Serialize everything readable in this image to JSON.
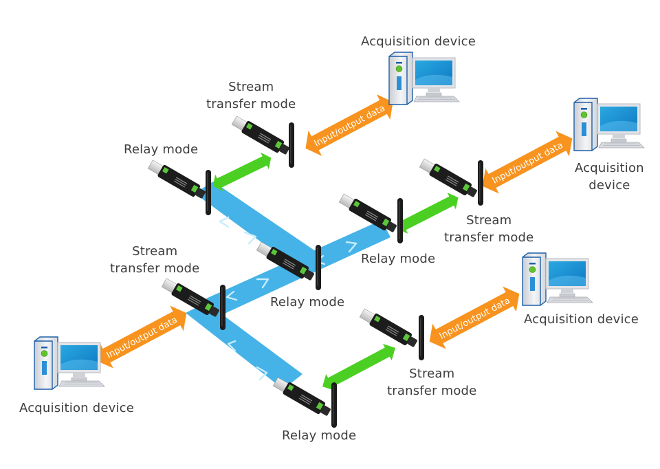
{
  "colors": {
    "background": "#ffffff",
    "relay_link": "#45b3e7",
    "relay_chevron": "#bfe6f8",
    "wireless_link": "#4ccf23",
    "io_link": "#f7931e",
    "label_text": "#3d3d3d",
    "dongle_body": "#1e1e1e",
    "dongle_accent": "#5cc63a",
    "usb_plug": "#e8e8e8"
  },
  "labels": {
    "acq_top": "Acquisition device",
    "stream_top": [
      "Stream",
      "transfer mode"
    ],
    "relay_top_left": "Relay mode",
    "acq_right": [
      "Acquisition",
      "device"
    ],
    "stream_right": [
      "Stream",
      "transfer mode"
    ],
    "relay_right": "Relay mode",
    "stream_left": [
      "Stream",
      "transfer mode"
    ],
    "relay_center": "Relay mode",
    "acq_bottom_right": "Acquisition device",
    "stream_bottom": [
      "Stream",
      "transfer mode"
    ],
    "acq_left": "Acquisition device",
    "relay_bottom": "Relay mode"
  },
  "arrows": {
    "io_text": "Input/output data"
  },
  "nodes": [
    {
      "id": "acq-top",
      "type": "acquisition-device",
      "label": "Acquisition device"
    },
    {
      "id": "stream-top",
      "type": "lora-dongle",
      "mode": "Stream transfer mode"
    },
    {
      "id": "relay-top-left",
      "type": "lora-dongle",
      "mode": "Relay mode"
    },
    {
      "id": "acq-right",
      "type": "acquisition-device",
      "label": "Acquisition device"
    },
    {
      "id": "stream-right",
      "type": "lora-dongle",
      "mode": "Stream transfer mode"
    },
    {
      "id": "relay-right",
      "type": "lora-dongle",
      "mode": "Relay mode"
    },
    {
      "id": "relay-center",
      "type": "lora-dongle",
      "mode": "Relay mode"
    },
    {
      "id": "stream-left",
      "type": "lora-dongle",
      "mode": "Stream transfer mode"
    },
    {
      "id": "acq-left",
      "type": "acquisition-device",
      "label": "Acquisition device"
    },
    {
      "id": "relay-bottom",
      "type": "lora-dongle",
      "mode": "Relay mode"
    },
    {
      "id": "stream-bottom",
      "type": "lora-dongle",
      "mode": "Stream transfer mode"
    },
    {
      "id": "acq-bottom-right",
      "type": "acquisition-device",
      "label": "Acquisition device"
    }
  ],
  "edges": [
    {
      "from": "stream-top",
      "to": "acq-top",
      "kind": "io",
      "text": "Input/output data"
    },
    {
      "from": "relay-top-left",
      "to": "stream-top",
      "kind": "wireless"
    },
    {
      "from": "stream-right",
      "to": "acq-right",
      "kind": "io",
      "text": "Input/output data"
    },
    {
      "from": "relay-right",
      "to": "stream-right",
      "kind": "wireless"
    },
    {
      "from": "acq-left",
      "to": "stream-left",
      "kind": "io",
      "text": "Input/output data"
    },
    {
      "from": "stream-bottom",
      "to": "acq-bottom-right",
      "kind": "io",
      "text": "Input/output data"
    },
    {
      "from": "relay-bottom",
      "to": "stream-bottom",
      "kind": "wireless"
    },
    {
      "from": "relay-top-left",
      "to": "relay-center",
      "kind": "relay"
    },
    {
      "from": "relay-center",
      "to": "relay-right",
      "kind": "relay"
    },
    {
      "from": "stream-left",
      "to": "relay-center",
      "kind": "relay"
    },
    {
      "from": "stream-left",
      "to": "relay-bottom",
      "kind": "relay"
    }
  ]
}
